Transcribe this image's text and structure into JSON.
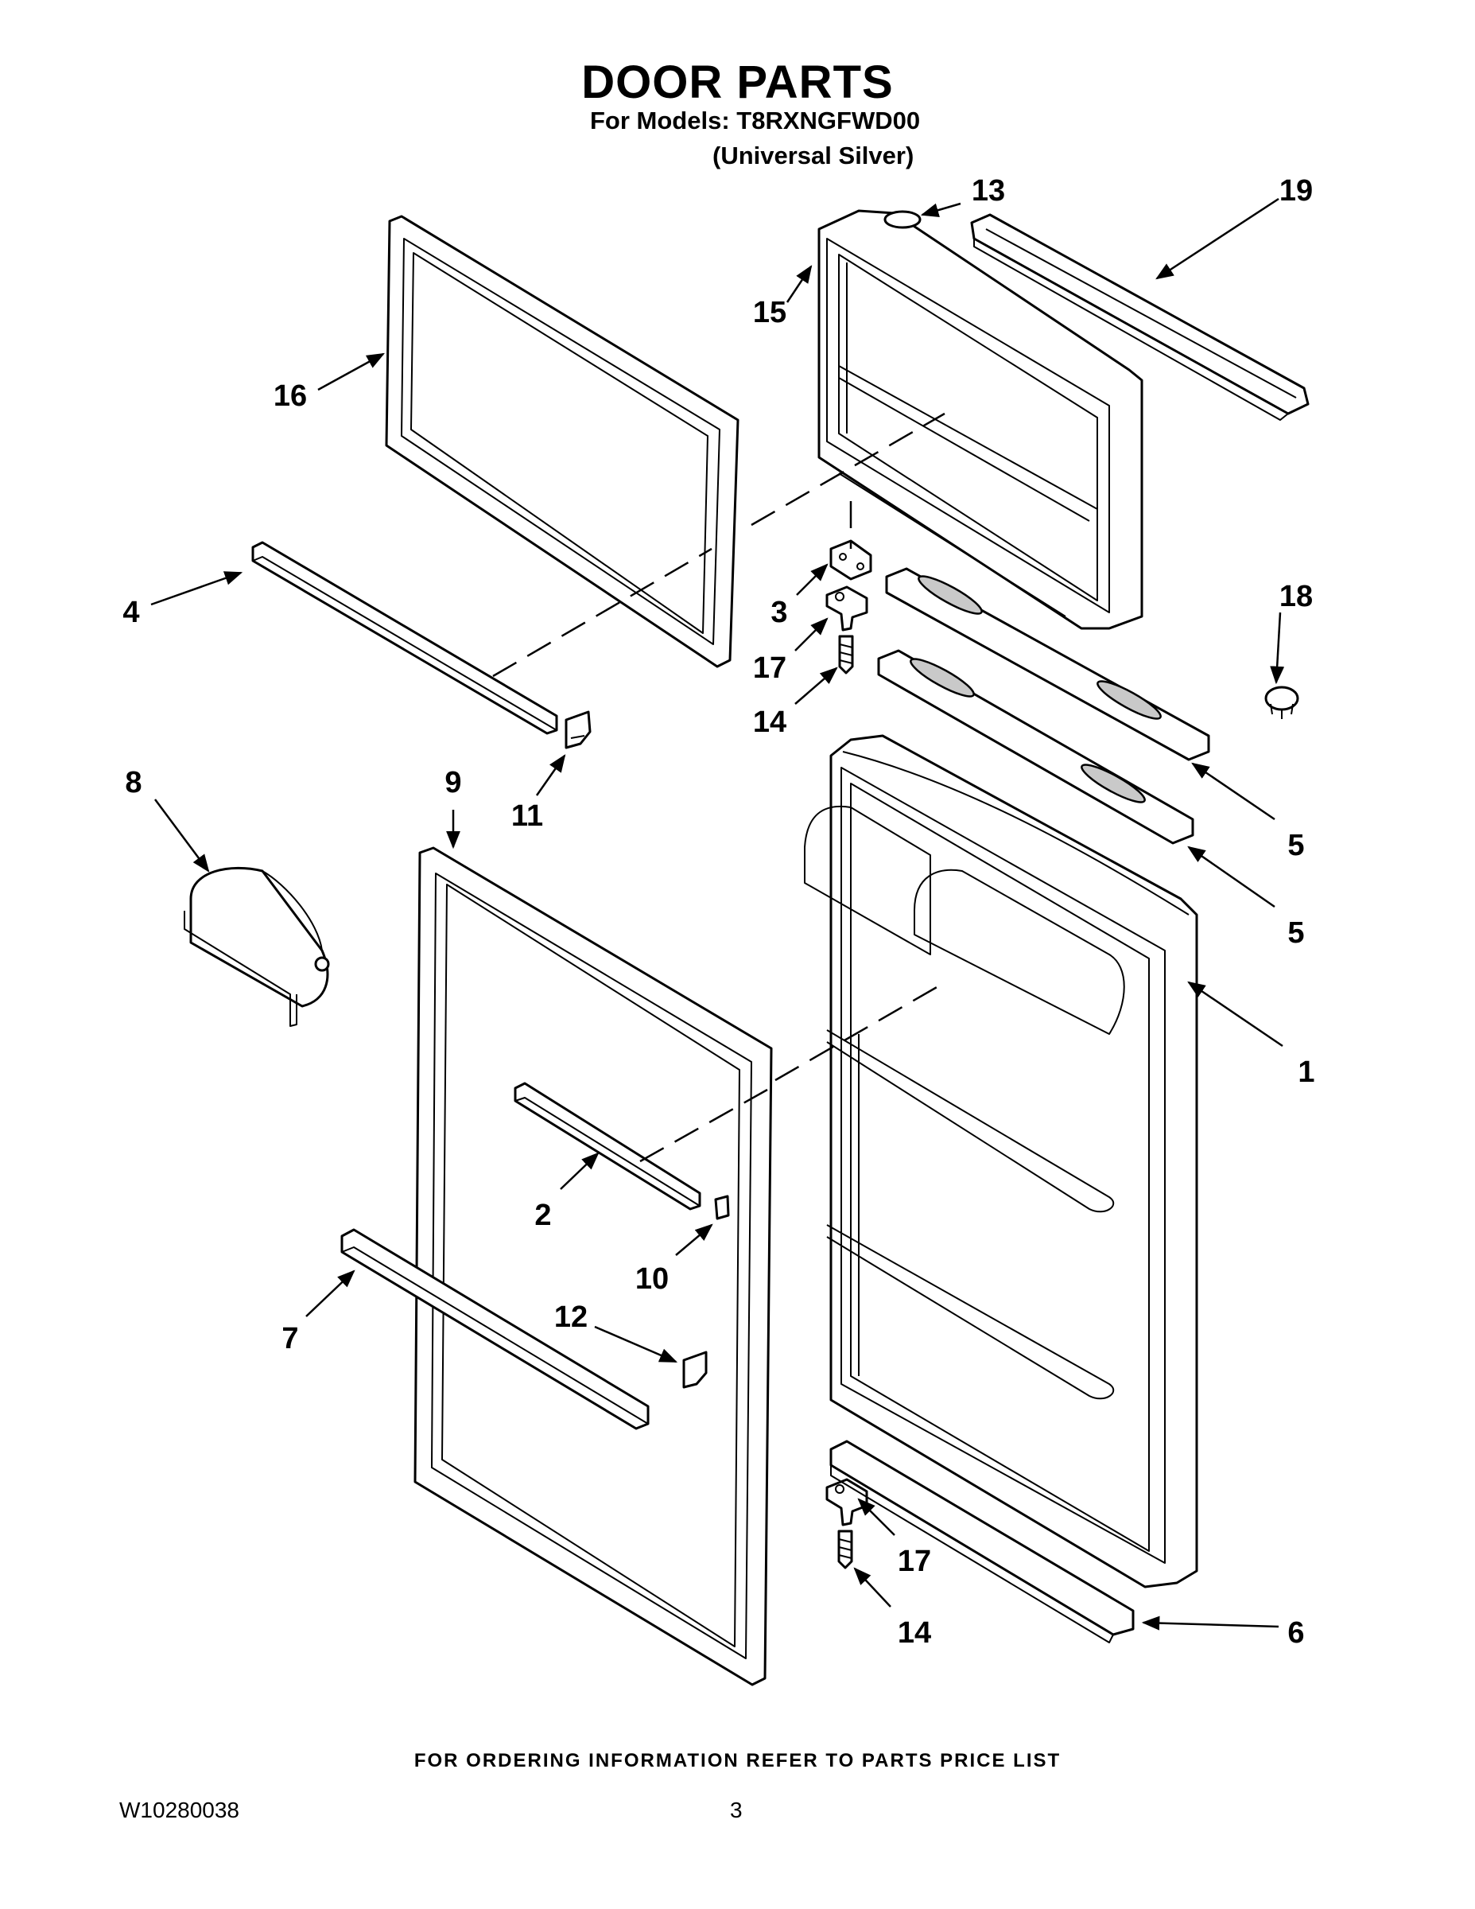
{
  "header": {
    "title": "DOOR PARTS",
    "models_line": "For Models: T8RXNGFWD00",
    "color_line": "(Universal Silver)"
  },
  "callouts": {
    "c1": "1",
    "c2": "2",
    "c3": "3",
    "c4": "4",
    "c5a": "5",
    "c5b": "5",
    "c6": "6",
    "c7": "7",
    "c8": "8",
    "c9": "9",
    "c10": "10",
    "c11": "11",
    "c12": "12",
    "c13": "13",
    "c14a": "14",
    "c14b": "14",
    "c15": "15",
    "c16": "16",
    "c17a": "17",
    "c17b": "17",
    "c18": "18",
    "c19": "19"
  },
  "footer": {
    "ordering_note": "FOR ORDERING INFORMATION REFER TO PARTS PRICE LIST",
    "document_number": "W10280038",
    "page_number": "3"
  }
}
